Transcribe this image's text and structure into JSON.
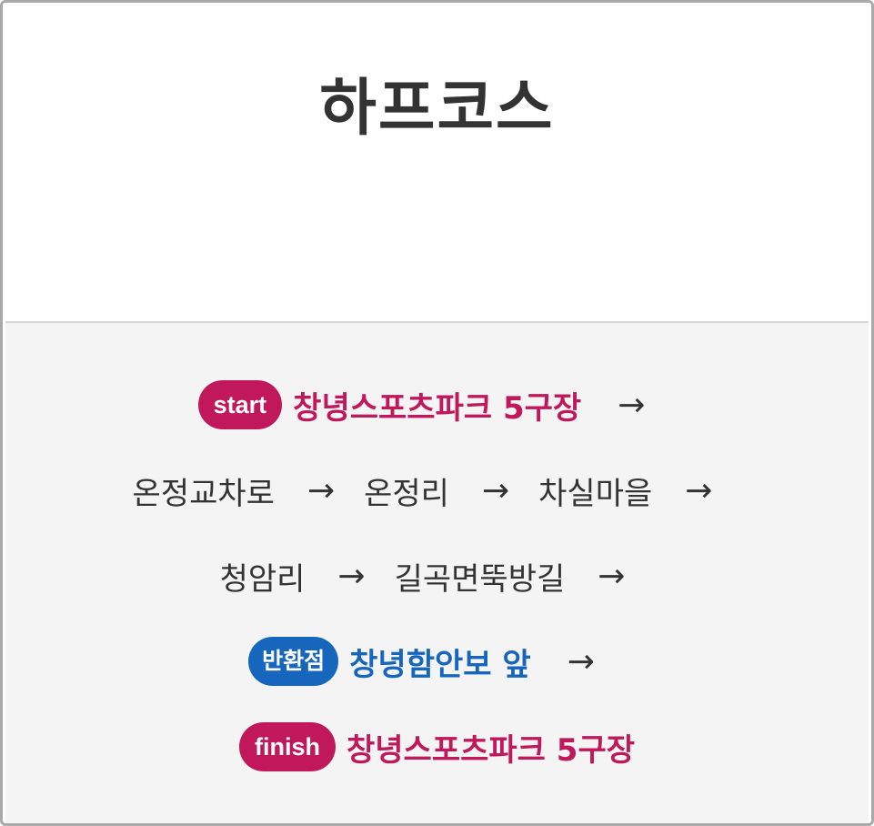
{
  "header": {
    "title": "하프코스"
  },
  "route": {
    "arrow_glyph": "→",
    "start": {
      "badge": "start",
      "place": "창녕스포츠파크 5구장"
    },
    "waypoints_row1": [
      "온정교차로",
      "온정리",
      "차실마을"
    ],
    "waypoints_row2": [
      "청암리",
      "길곡면뚝방길"
    ],
    "turnaround": {
      "badge": "반환점",
      "place": "창녕함안보 앞"
    },
    "finish": {
      "badge": "finish",
      "place": "창녕스포츠파크 5구장"
    }
  },
  "colors": {
    "start_finish_accent": "#c0185b",
    "turnaround_accent": "#1766be",
    "text": "#333333",
    "body_background": "#f4f4f5"
  }
}
